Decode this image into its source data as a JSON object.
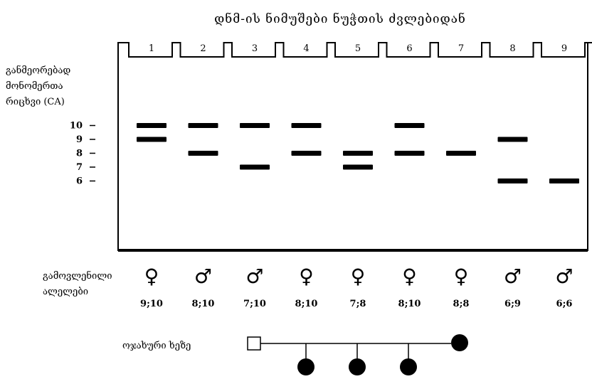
{
  "title": "დნმ-ის ნიმუშები ნუჭთის ძვლებიდან",
  "y_axis_label": [
    "განმეორებად",
    "მონომერთა",
    "რიცხვი (CA)"
  ],
  "alleles_label": [
    "გამოვლენილი",
    "ალელები"
  ],
  "pedigree_label": "ოჯახური ხეზე",
  "chart_data": {
    "type": "gel",
    "lanes": [
      {
        "lane": "1",
        "sex": "♀",
        "alleles": "9;10",
        "bands": [
          10,
          9
        ]
      },
      {
        "lane": "2",
        "sex": "♂",
        "alleles": "8;10",
        "bands": [
          10,
          8
        ]
      },
      {
        "lane": "3",
        "sex": "♂",
        "alleles": "7;10",
        "bands": [
          10,
          7
        ]
      },
      {
        "lane": "4",
        "sex": "♀",
        "alleles": "8;10",
        "bands": [
          10,
          8
        ]
      },
      {
        "lane": "5",
        "sex": "♀",
        "alleles": "7;8",
        "bands": [
          8,
          7
        ]
      },
      {
        "lane": "6",
        "sex": "♀",
        "alleles": "8;10",
        "bands": [
          10,
          8
        ]
      },
      {
        "lane": "7",
        "sex": "♀",
        "alleles": "8;8",
        "bands": [
          8
        ]
      },
      {
        "lane": "8",
        "sex": "♂",
        "alleles": "6;9",
        "bands": [
          9,
          6
        ]
      },
      {
        "lane": "9",
        "sex": "♂",
        "alleles": "6;6",
        "bands": [
          6
        ]
      }
    ],
    "y_ticks": [
      "10",
      "9",
      "8",
      "7",
      "6"
    ]
  }
}
